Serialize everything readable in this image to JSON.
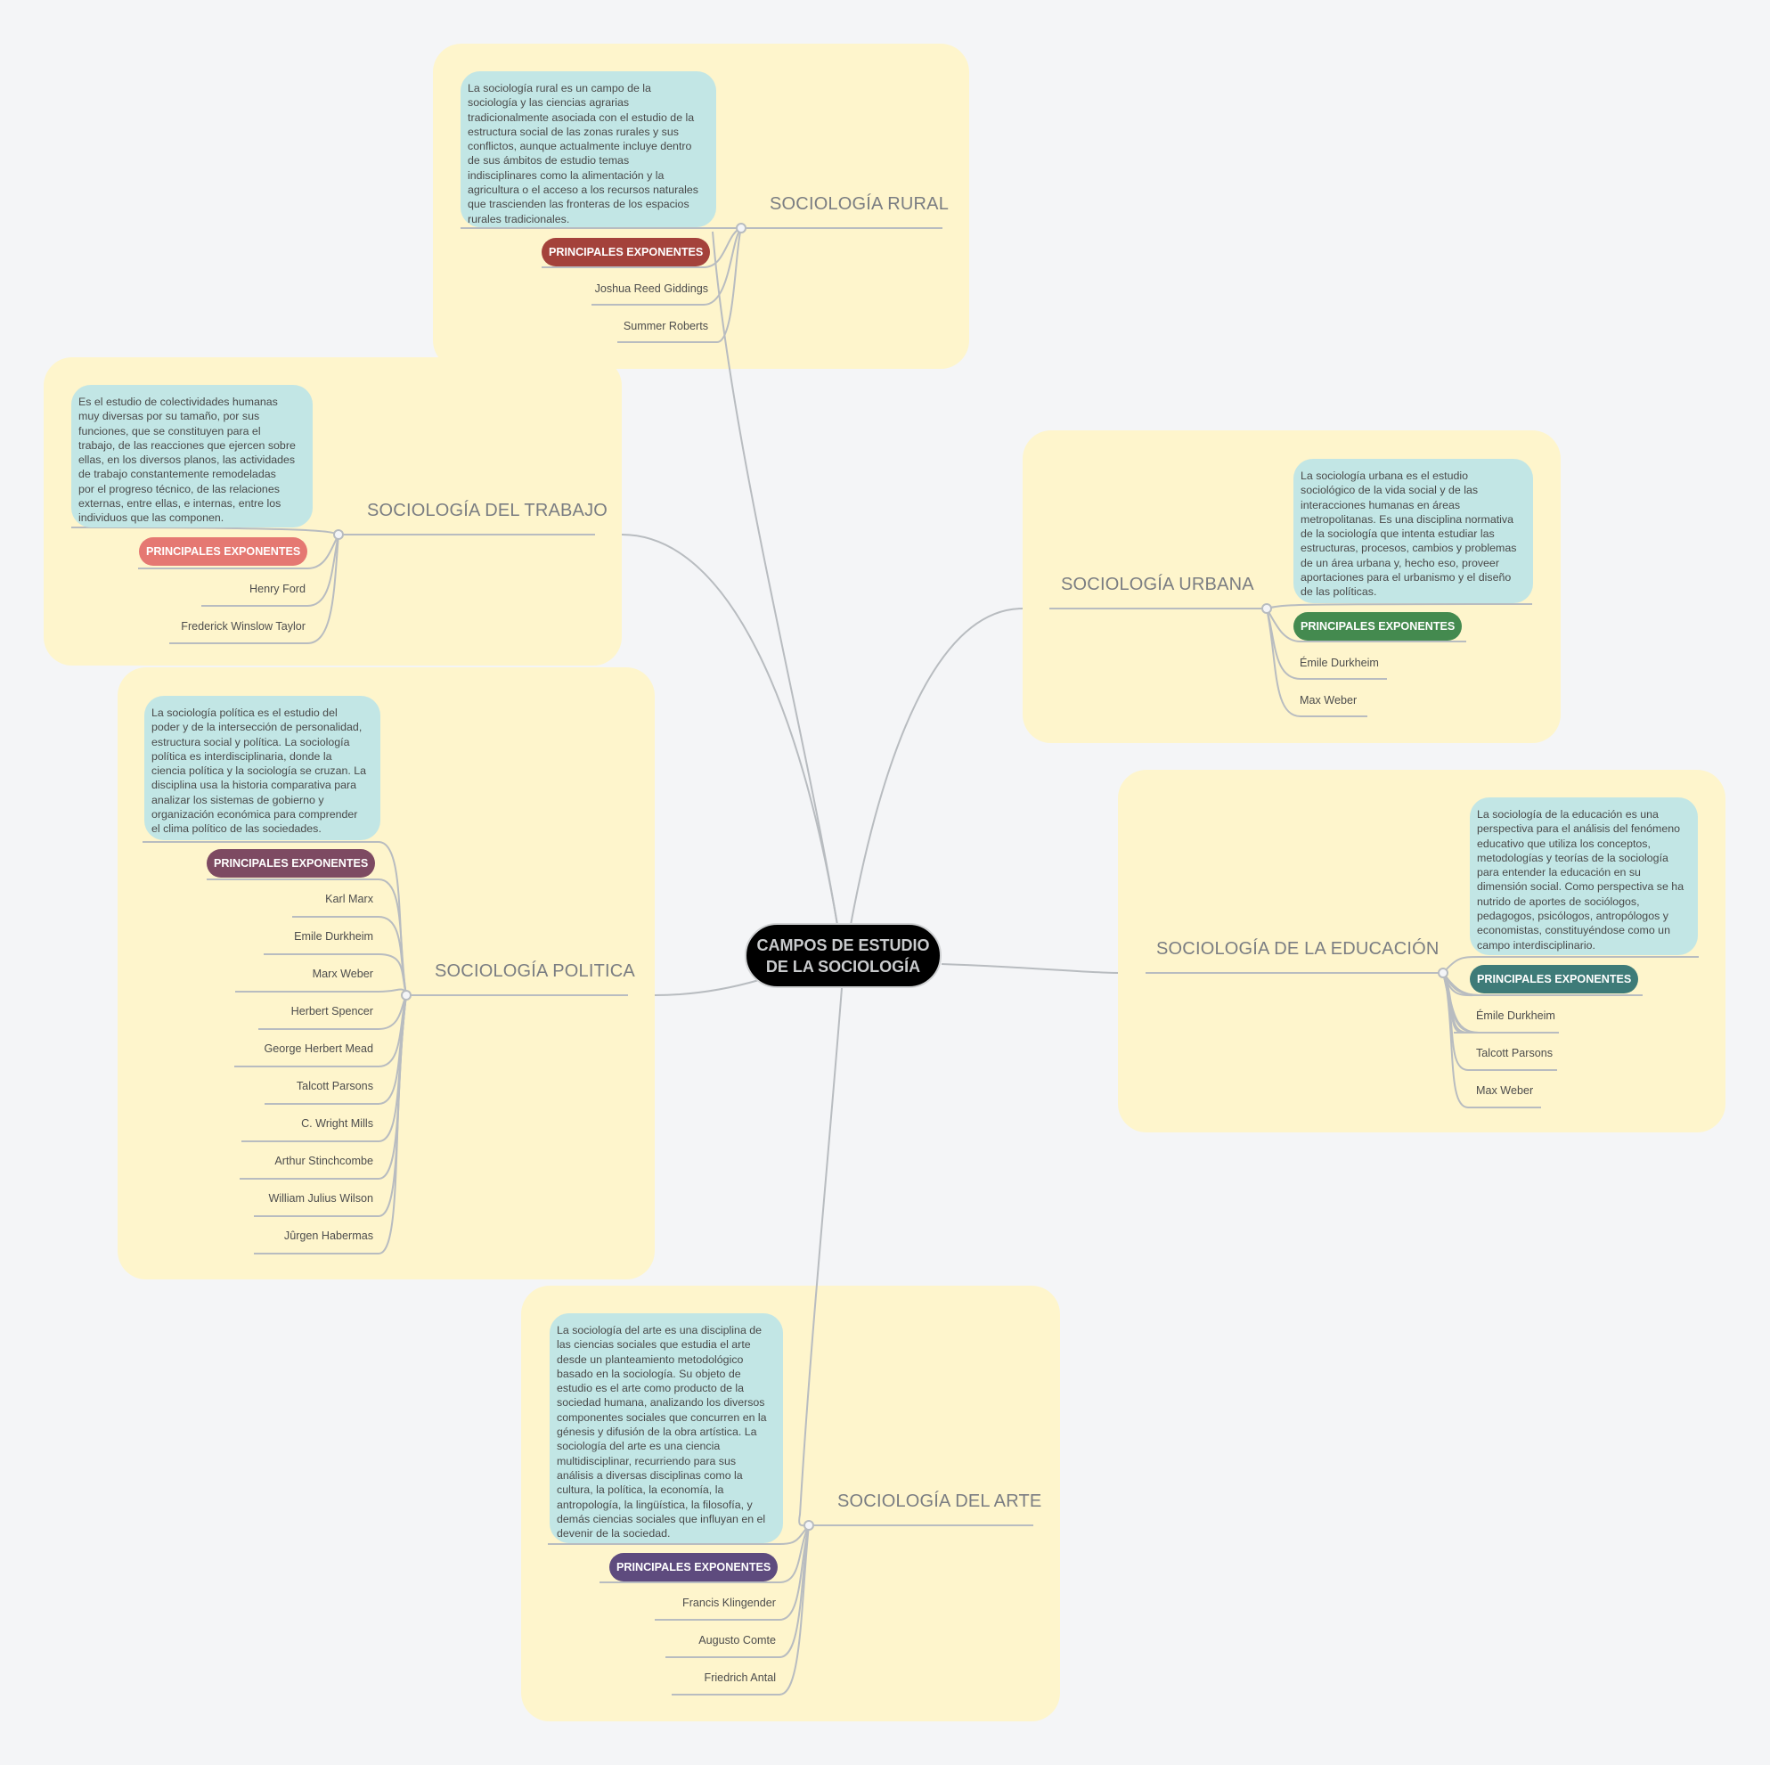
{
  "center": {
    "title": "CAMPOS DE ESTUDIO\nDE LA SOCIOLOGÍA"
  },
  "colors": {
    "background": "#f4f5f7",
    "boundary": "#fef5cc",
    "note": "#c2e6e5",
    "line": "#b8bcc0",
    "center_fill": "#000000"
  },
  "branches": {
    "rural": {
      "title": "SOCIOLOGÍA RURAL",
      "note": "La sociología rural es un campo de la\nsociología y las ciencias agrarias\ntradicionalmente asociada con el estudio de la\nestructura social de las zonas rurales y sus\nconflictos, aunque actualmente incluye dentro\nde sus ámbitos de estudio temas\nindisciplinares como la alimentación y la\nagricultura o el acceso a los recursos naturales\nque trascienden las fronteras de los espacios\nrurales tradicionales.",
      "label": "PRINCIPALES EXPONENTES",
      "label_color": "#a4423b",
      "exponents": [
        "Joshua Reed Giddings",
        "Summer Roberts"
      ]
    },
    "trabajo": {
      "title": "SOCIOLOGÍA DEL TRABAJO",
      "note": "Es el estudio de colectividades humanas\nmuy diversas por su tamaño, por sus\nfunciones, que se constituyen para el\ntrabajo, de las reacciones que ejercen sobre\nellas, en los diversos planos, las actividades\nde trabajo constantemente remodeladas\npor el progreso técnico, de las relaciones\nexternas, entre ellas, e internas, entre los\nindividuos que las componen.",
      "label": "PRINCIPALES EXPONENTES",
      "label_color": "#e57872",
      "exponents": [
        "Henry Ford",
        "Frederick Winslow Taylor"
      ]
    },
    "politica": {
      "title": "SOCIOLOGÍA POLITICA",
      "note": "La sociología política es el estudio del\npoder y de la intersección de personalidad,\nestructura social y política. La sociología\npolítica es interdisciplinaria, donde la\nciencia política y la sociología se cruzan. La\ndisciplina usa la historia comparativa para\nanalizar los sistemas de gobierno y\norganización económica para comprender\nel clima político de las sociedades.",
      "label": "PRINCIPALES EXPONENTES",
      "label_color": "#7d4a62",
      "exponents": [
        "Karl Marx",
        "Emile Durkheim",
        "Marx Weber",
        "Herbert Spencer",
        "George Herbert Mead",
        "Talcott Parsons",
        "C. Wright Mills",
        "Arthur Stinchcombe",
        "William Julius Wilson",
        "Jûrgen Habermas"
      ]
    },
    "urbana": {
      "title": "SOCIOLOGÍA URBANA",
      "note": "La sociología urbana es el estudio\nsociológico de la vida social y de las\ninteracciones humanas en áreas\nmetropolitanas. Es una disciplina normativa\nde la sociología que intenta estudiar las\nestructuras, procesos, cambios y problemas\nde un área urbana y, hecho eso, proveer\naportaciones para el urbanismo y el diseño\nde las políticas.",
      "label": "PRINCIPALES EXPONENTES",
      "label_color": "#448a4f",
      "exponents": [
        "Émile Durkheim",
        "Max Weber"
      ]
    },
    "educacion": {
      "title": "SOCIOLOGÍA DE LA EDUCACIÓN",
      "note": "La sociología de la educación es una\nperspectiva para el análisis del fenómeno\neducativo que utiliza los conceptos,\nmetodologías y teorías de la sociología\npara entender la educación en su\ndimensión social. Como perspectiva se ha\nnutrido de aportes de sociólogos,\npedagogos, psicólogos, antropólogos y\neconomistas, constituyéndose como un\ncampo interdisciplinario.",
      "label": "PRINCIPALES EXPONENTES",
      "label_color": "#3e7b78",
      "exponents": [
        "Émile Durkheim",
        "Talcott Parsons",
        "Max Weber"
      ]
    },
    "arte": {
      "title": "SOCIOLOGÍA DEL ARTE",
      "note": "La sociología del arte es una disciplina de\nlas ciencias sociales que estudia el arte\ndesde un planteamiento metodológico\nbasado en la sociología. Su objeto de\nestudio es el arte como producto de la\nsociedad humana, analizando los diversos\ncomponentes sociales que concurren en la\ngénesis y difusión de la obra artística. La\nsociología del arte es una ciencia\nmultidisciplinar, recurriendo para sus\nanálisis a diversas disciplinas como la\ncultura, la política, la economía, la\nantropología, la lingüística, la filosofía, y\ndemás ciencias sociales que influyan en el\ndevenir de la sociedad.",
      "label": "PRINCIPALES EXPONENTES",
      "label_color": "#5e4b7e",
      "exponents": [
        "Francis Klingender",
        "Augusto Comte",
        "Friedrich Antal"
      ]
    }
  }
}
